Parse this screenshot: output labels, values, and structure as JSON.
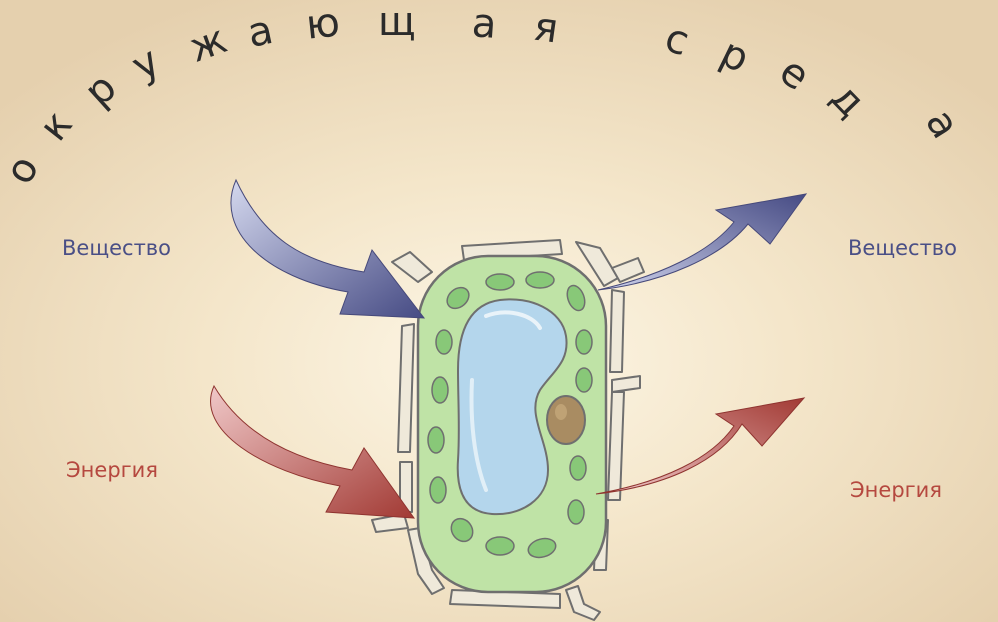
{
  "title": {
    "text": "окружающая среда",
    "letters": [
      "о",
      "к",
      "р",
      "у",
      "ж",
      "а",
      "ю",
      "щ",
      "а",
      "я",
      "с",
      "р",
      "е",
      "д",
      "а"
    ],
    "color": "#2b2b2b"
  },
  "labels": {
    "substance_in": "Вещество",
    "substance_out": "Вещество",
    "energy_in": "Энергия",
    "energy_out": "Энергия"
  },
  "colors": {
    "background_center": "#fbf3df",
    "background_edge": "#e9d5b5",
    "substance_text": "#4a4f86",
    "energy_text": "#b5483f",
    "substance_arrow_dark": "#4b4f86",
    "substance_arrow_light": "#c9cde6",
    "energy_arrow_dark": "#a83e38",
    "energy_arrow_light": "#efc5c5",
    "cell_wall": "#efe9da",
    "cell_outline": "#6f6f6f",
    "cytoplasm": "#bfe3a6",
    "chloroplast": "#88c878",
    "vacuole": "#b4d6ec",
    "nucleus": "#a98c62"
  }
}
